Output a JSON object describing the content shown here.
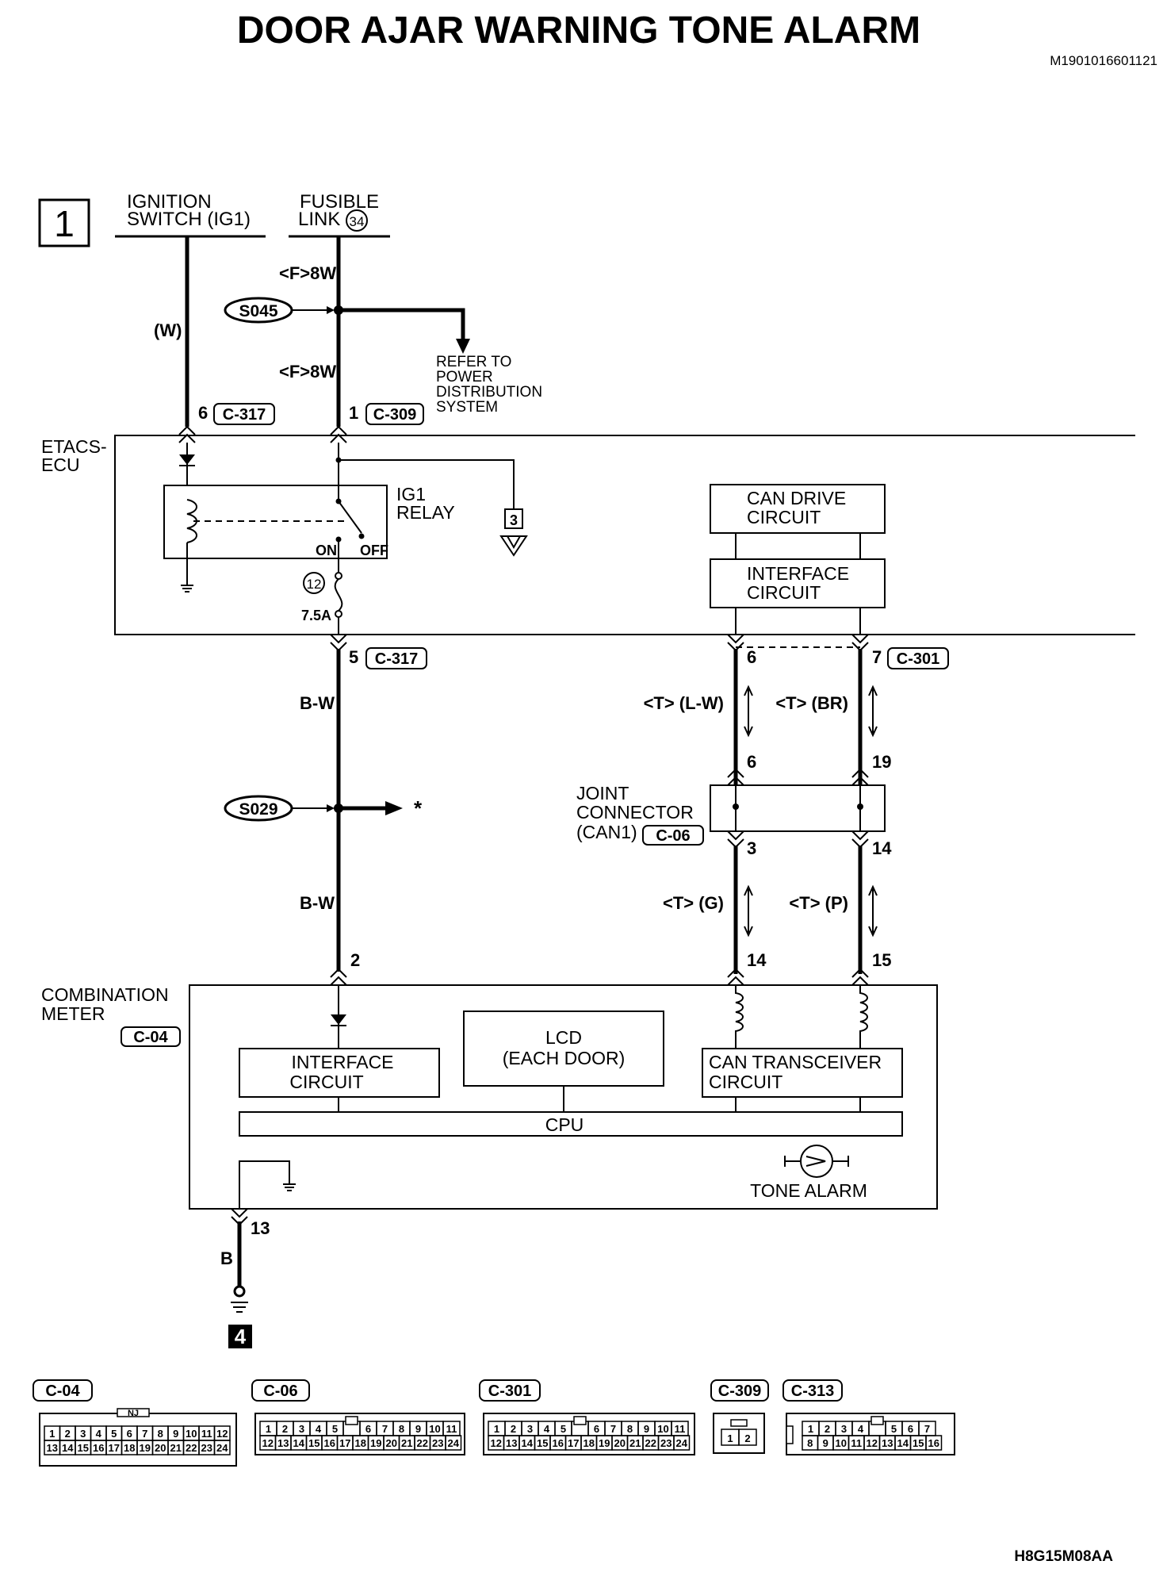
{
  "title": "DOOR AJAR WARNING TONE ALARM",
  "doc_id": "M1901016601121",
  "figure_code": "H8G15M08AA",
  "page_marker": "1",
  "sources": {
    "ignition_line1": "IGNITION",
    "ignition_line2": "SWITCH (IG1)",
    "fusible_line1": "FUSIBLE",
    "fusible_line2": "LINK",
    "fusible_num": "34"
  },
  "wires": {
    "ign_color": "(W)",
    "fl_color_top": "<F>8W",
    "fl_color_mid": "<F>8W",
    "bw_upper": "B-W",
    "bw_lower": "B-W",
    "can_h_upper": "<T> (L-W)",
    "can_l_upper": "<T> (BR)",
    "can_h_lower": "<T> (G)",
    "can_l_lower": "<T> (P)",
    "ground_color": "B"
  },
  "splices": {
    "s045": "S045",
    "s029": "S029",
    "s029_ref": "*"
  },
  "refer": [
    "REFER TO",
    "POWER",
    "DISTRIBUTION",
    "SYSTEM"
  ],
  "pins": {
    "c317_ign": "6",
    "c309": "1",
    "c317_out": "5",
    "c301_h": "6",
    "c301_l": "7",
    "jc_h_in": "6",
    "jc_l_in": "19",
    "jc_h_out": "3",
    "jc_l_out": "14",
    "cm_power": "2",
    "cm_h": "14",
    "cm_l": "15",
    "cm_ground": "13"
  },
  "connectors": {
    "c317": "C-317",
    "c309": "C-309",
    "c301": "C-301",
    "c06": "C-06",
    "c04": "C-04",
    "c313": "C-313"
  },
  "etacs": {
    "label_line1": "ETACS-",
    "label_line2": "ECU",
    "relay_line1": "IG1",
    "relay_line2": "RELAY",
    "relay_on": "ON",
    "relay_off": "OFF",
    "fuse_num": "12",
    "fuse_rating": "7.5A",
    "ref_box": "3",
    "can_drive_1": "CAN DRIVE",
    "can_drive_2": "CIRCUIT",
    "interface_1": "INTERFACE",
    "interface_2": "CIRCUIT"
  },
  "joint_connector": {
    "line1": "JOINT",
    "line2": "CONNECTOR",
    "line3": "(CAN1)"
  },
  "meter": {
    "label_line1": "COMBINATION",
    "label_line2": "METER",
    "interface_1": "INTERFACE",
    "interface_2": "CIRCUIT",
    "lcd_1": "LCD",
    "lcd_2": "(EACH DOOR)",
    "can_1": "CAN TRANSCEIVER",
    "can_2": "CIRCUIT",
    "cpu": "CPU",
    "tone": "TONE ALARM"
  },
  "ground_ref": "4",
  "connector_views": {
    "c04_marker": "NJ",
    "c04_top": [
      "1",
      "2",
      "3",
      "4",
      "5",
      "6",
      "7",
      "8",
      "9",
      "10",
      "11",
      "12"
    ],
    "c04_bottom": [
      "13",
      "14",
      "15",
      "16",
      "17",
      "18",
      "19",
      "20",
      "21",
      "22",
      "23",
      "24"
    ],
    "c06_top": [
      "1",
      "2",
      "3",
      "4",
      "5",
      "",
      "6",
      "7",
      "8",
      "9",
      "10",
      "11"
    ],
    "c06_bottom": [
      "12",
      "13",
      "14",
      "15",
      "16",
      "17",
      "18",
      "19",
      "20",
      "21",
      "22",
      "23",
      "24"
    ],
    "c301_top": [
      "1",
      "2",
      "3",
      "4",
      "5",
      "",
      "6",
      "7",
      "8",
      "9",
      "10",
      "11"
    ],
    "c301_bottom": [
      "12",
      "13",
      "14",
      "15",
      "16",
      "17",
      "18",
      "19",
      "20",
      "21",
      "22",
      "23",
      "24"
    ],
    "c309_pins": [
      "1",
      "2"
    ],
    "c313_top": [
      "1",
      "2",
      "3",
      "4",
      "",
      "5",
      "6",
      "7"
    ],
    "c313_bottom": [
      "8",
      "9",
      "10",
      "11",
      "12",
      "13",
      "14",
      "15",
      "16"
    ]
  }
}
